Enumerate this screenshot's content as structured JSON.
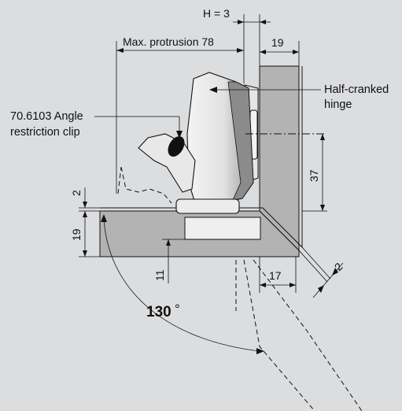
{
  "labels": {
    "h": "H = 3",
    "max_protrusion": "Max. protrusion 78",
    "side_19": "19",
    "hinge_line1": "Half-cranked",
    "hinge_line2": "hinge",
    "clip_line1": "70.6103 Angle",
    "clip_line2": "restriction clip",
    "dim_37": "37",
    "dim_2_left": "2",
    "dim_19_left": "19",
    "dim_11": "11",
    "dim_17": "17",
    "dim_2_right": "2",
    "angle": "130",
    "degree": "°"
  },
  "colors": {
    "background": "#dcdddf",
    "panel": "#b3b3b4",
    "hinge_light": "#ebebeb",
    "hinge_shade": "#7d7d7d",
    "clip": "#111111"
  }
}
